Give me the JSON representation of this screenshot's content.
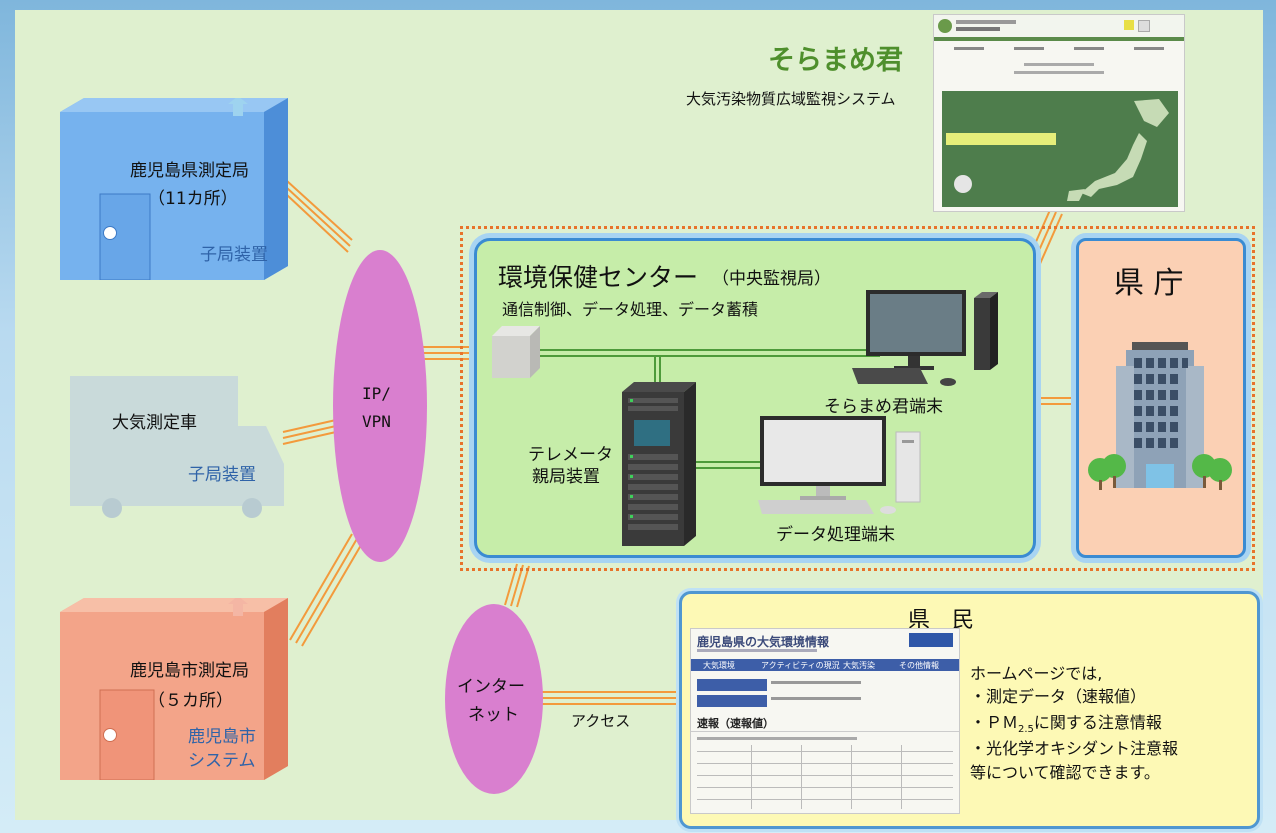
{
  "soramame": {
    "title": "そらまめ君",
    "subtitle": "大気汚染物質広域監視システム"
  },
  "stations": {
    "kagoshima_pref": {
      "name": "鹿児島県測定局",
      "count": "（11カ所）",
      "device": "子局装置"
    },
    "car": {
      "name": "大気測定車",
      "device": "子局装置"
    },
    "kagoshima_city": {
      "name": "鹿児島市測定局",
      "count": "（５カ所）",
      "device_line1": "鹿児島市",
      "device_line2": "システム"
    }
  },
  "network": {
    "ipvpn_line1": "IP/",
    "ipvpn_line2": "VPN",
    "internet_line1": "インター",
    "internet_line2": "ネット",
    "access": "アクセス"
  },
  "center": {
    "title": "環境保健センター",
    "title_sub": "（中央監視局）",
    "functions": "通信制御、データ処理、データ蓄積",
    "telemeter_line1": "テレメータ",
    "telemeter_line2": "親局装置",
    "soramame_terminal": "そらまめ君端末",
    "data_terminal": "データ処理端末"
  },
  "prefecture": {
    "label": "県 庁"
  },
  "citizens": {
    "title": "県　民",
    "line1": "ホームページでは,",
    "line2": "・測定データ（速報値）",
    "line3_pre": "・ＰＭ",
    "line3_sub": "2.5",
    "line3_post": "に関する注意情報",
    "line4": "・光化学オキシダント注意報",
    "line5": "等について確認できます。"
  },
  "website_thumb": {
    "title": "鹿児島県の大気環境情報",
    "nav": [
      "大気環境",
      "アクティビティの現況",
      "大気汚染",
      "その他情報"
    ],
    "section": "速報（速報値）"
  },
  "colors": {
    "green_title": "#4e8f2c",
    "blue_text": "#2f63a8",
    "orange_line": "#f39a3c",
    "green_line": "#4d9b3a",
    "ellipse": "#d97fcf"
  }
}
